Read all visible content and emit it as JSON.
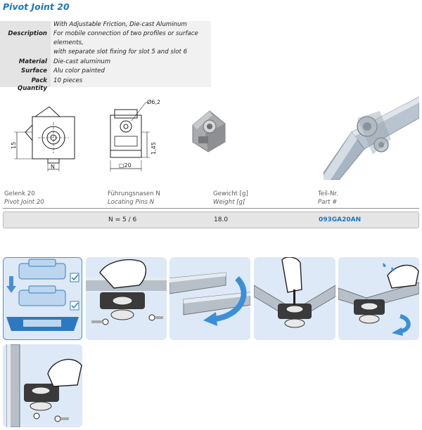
{
  "product": {
    "title": "Pivot Joint 20",
    "specs": [
      {
        "label": "",
        "value": "With Adjustable Friction, Die-cast Aluminum"
      },
      {
        "label": "Description",
        "value": "For mobile connection of two profiles or surface"
      },
      {
        "label": "",
        "value": "elements,"
      },
      {
        "label": "",
        "value": "with separate slot fixing for slot 5 and slot 6"
      },
      {
        "label": "Material",
        "value": "Die-cast aluminum"
      },
      {
        "label": "Surface",
        "value": "Alu color painted"
      },
      {
        "label": "Pack Quantity",
        "value": "10 pieces"
      }
    ]
  },
  "drawing": {
    "dim_height": "15",
    "dim_slot": "N",
    "dim_diameter": "Ø6,2",
    "dim_offset": "1,45",
    "dim_width": "□20"
  },
  "table": {
    "headers_de": [
      "Gelenk 20",
      "Führungsnasen N",
      "Gewicht [g]",
      "Teil-Nr."
    ],
    "headers_en": [
      "Pivot Joint 20",
      "Locating Pins N",
      "Weight [g]",
      "Part #"
    ],
    "row": {
      "pins": "N = 5 / 6",
      "weight": "18.0",
      "part": "093GA20AN"
    }
  },
  "colors": {
    "brand": "#1b75bb",
    "panel_bg": "#dde9f6",
    "panel_border": "#4b93d1"
  },
  "icons": [
    "checkbox-icon",
    "arrow-down-icon",
    "hand-icon",
    "rotate-arrow-icon",
    "screw-icon",
    "drip-icon"
  ]
}
